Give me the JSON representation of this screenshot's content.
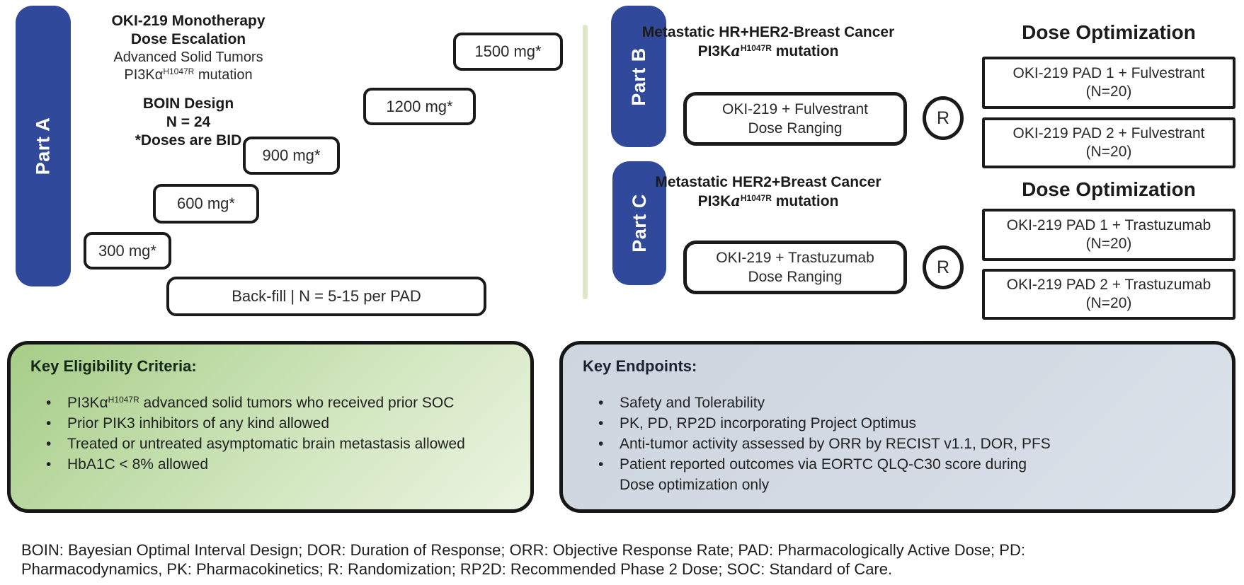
{
  "part_a": {
    "label": "Part A",
    "title_line1": "OKI-219 Monotherapy",
    "title_line2": "Dose Escalation",
    "subtitle": "Advanced Solid Tumors",
    "mutation": {
      "pre": "PI3Kα",
      "sup": "H1047R",
      "post": " mutation"
    },
    "design_line1": "BOIN Design",
    "design_line2": "N = 24",
    "design_line3": "*Doses are BID",
    "doses": {
      "dose1": "300 mg*",
      "dose2": "600 mg*",
      "dose3": "900 mg*",
      "dose4": "1200 mg*",
      "dose5": "1500 mg*"
    },
    "backfill": "Back-fill | N = 5-15 per PAD"
  },
  "part_b": {
    "label": "Part B",
    "heading_line1": "Metastatic HR+HER2-Breast Cancer",
    "mutation": {
      "pre": "PI3K",
      "alpha": "a",
      "sup": "H1047R",
      "post": " mutation"
    },
    "ranging_line1": "OKI-219 + Fulvestrant",
    "ranging_line2": "Dose Ranging",
    "randomization": "R",
    "opt_heading": "Dose Optimization",
    "arm1_line1": "OKI-219 PAD 1 + Fulvestrant",
    "arm1_line2": "(N=20)",
    "arm2_line1": "OKI-219 PAD 2 + Fulvestrant",
    "arm2_line2": "(N=20)"
  },
  "part_c": {
    "label": "Part C",
    "heading_line1": "Metastatic HER2+Breast Cancer",
    "mutation": {
      "pre": "PI3K",
      "alpha": "a",
      "sup": "H1047R",
      "post": " mutation"
    },
    "ranging_line1": "OKI-219 + Trastuzumab",
    "ranging_line2": "Dose Ranging",
    "randomization": "R",
    "opt_heading": "Dose Optimization",
    "arm1_line1": "OKI-219 PAD 1 + Trastuzumab",
    "arm1_line2": "(N=20)",
    "arm2_line1": "OKI-219 PAD 2 + Trastuzumab",
    "arm2_line2": "(N=20)"
  },
  "eligibility": {
    "heading": "Key Eligibility Criteria:",
    "item1": {
      "pre": "PI3Kα",
      "sup": "H1047R",
      "post": " advanced solid tumors who received prior SOC"
    },
    "item2": "Prior PIK3 inhibitors of any kind allowed",
    "item3": "Treated or untreated asymptomatic brain metastasis allowed",
    "item4": "HbA1C < 8% allowed"
  },
  "endpoints": {
    "heading": "Key Endpoints:",
    "item1": "Safety and Tolerability",
    "item2": "PK, PD, RP2D incorporating Project Optimus",
    "item3": "Anti-tumor activity assessed by ORR by RECIST v1.1, DOR, PFS",
    "item4_line1": "Patient reported outcomes via EORTC QLQ-C30 score during",
    "item4_line2": "Dose optimization only"
  },
  "footnote": "BOIN: Bayesian Optimal Interval Design; DOR: Duration of Response; ORR: Objective Response Rate; PAD: Pharmacologically Active Dose; PD: Pharmacodynamics, PK: Pharmacokinetics; R: Randomization; RP2D: Recommended Phase 2 Dose; SOC: Standard of Care.",
  "colors": {
    "part_pill_blue": "#31499A",
    "divider_green": "#DCE8C4",
    "eligibility_green_start": "#A6CD87",
    "eligibility_green_end": "#ECF4E1",
    "endpoints_gray": "#D4DBE4",
    "outline_dark": "#1A1A1A"
  }
}
